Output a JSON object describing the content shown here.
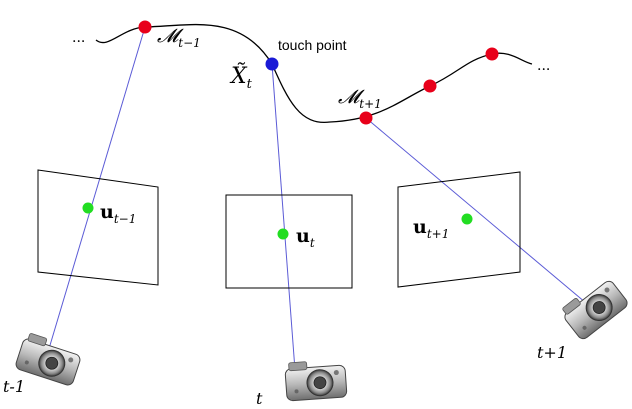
{
  "colors": {
    "curve": "#000000",
    "map_point": "#e8001a",
    "touch_point": "#1a1ad6",
    "observation": "#22dd22",
    "ray": "#5b5bd6",
    "frame": "#000000"
  },
  "labels": {
    "ellipsis_left": "...",
    "ellipsis_right": "...",
    "map_prev": {
      "base": "𝓜",
      "sub": "t−1"
    },
    "map_next": {
      "base": "𝓜",
      "sub": "t+1"
    },
    "touch_text": "touch point",
    "touch_symbol": {
      "base": "X̃",
      "sub": "t"
    },
    "obs_prev": {
      "base": "u",
      "sub": "t−1"
    },
    "obs_curr": {
      "base": "u",
      "sub": "t"
    },
    "obs_next": {
      "base": "u",
      "sub": "t+1"
    },
    "cam_prev": "t-1",
    "cam_curr": "t",
    "cam_next": "t+1"
  },
  "icons": {
    "camera": "camera-icon"
  }
}
